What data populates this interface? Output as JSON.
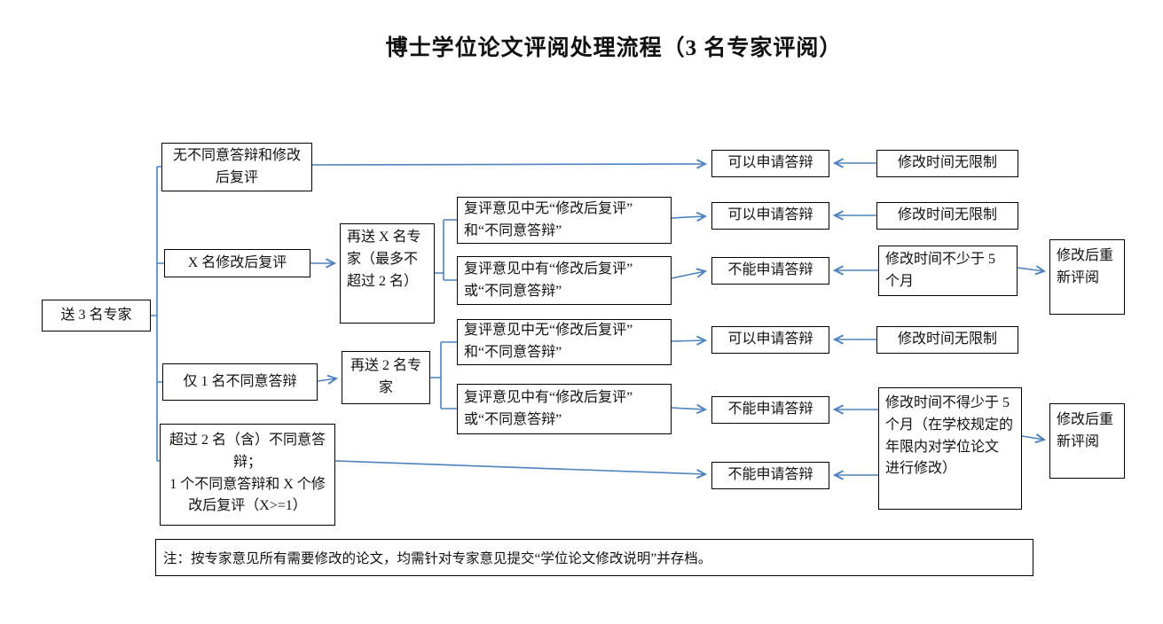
{
  "title": "博士学位论文评阅处理流程（3 名专家评阅）",
  "colors": {
    "connector": "#4f81bd",
    "box_border": "#000000",
    "text": "#111111",
    "background": "#ffffff"
  },
  "nodes": {
    "start": "送 3 名专家",
    "branch_no_objection": {
      "lines": [
        "无不同意答辩和修改",
        "后复评"
      ]
    },
    "branch_x_revise": "X 名修改后复评",
    "branch_one_disagree": "仅 1 名不同意答辩",
    "branch_over_two": {
      "lines": [
        "超过 2 名（含）不同意答",
        "辩；",
        "1 个不同意答辩和 X 个修",
        "改后复评（X>=1）"
      ]
    },
    "resend_x_experts": {
      "lines": [
        "再送 X 名专",
        "家（最多不",
        "超过 2 名）"
      ]
    },
    "resend_2_experts": {
      "lines": [
        "再送 2 名专",
        "家"
      ]
    },
    "review_without": {
      "lines": [
        "复评意见中无“修改后复评”",
        "和“不同意答辩”"
      ]
    },
    "review_with": {
      "lines": [
        "复评意见中有“修改后复评”",
        "或“不同意答辩”"
      ]
    },
    "can_apply": "可以申请答辩",
    "cannot_apply": "不能申请答辩",
    "no_time_limit": "修改时间无限制",
    "min_five_months": {
      "lines": [
        "修改时间不少于 5",
        "个月"
      ]
    },
    "min_five_months_detail": {
      "lines": [
        "修改时间不得少于 5",
        "个月（在学校规定的",
        "年限内对学位论文",
        "进行修改）"
      ]
    },
    "re_review": {
      "lines": [
        "修改后重",
        "新评阅"
      ]
    }
  },
  "note": "注：按专家意见所有需要修改的论文，均需针对专家意见提交“学位论文修改说明”并存档。"
}
